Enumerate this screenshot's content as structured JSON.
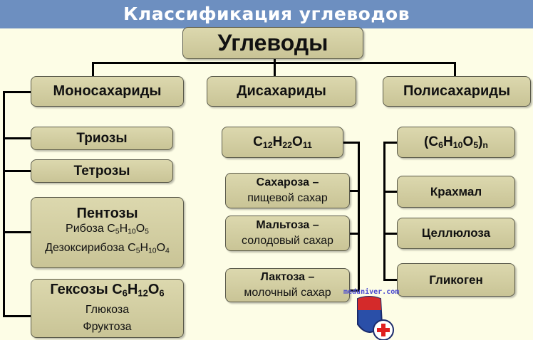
{
  "title": "Классификация углеводов",
  "root": "Углеводы",
  "categories": {
    "mono": "Моносахариды",
    "di": "Дисахариды",
    "poly": "Полисахариды"
  },
  "mono": {
    "trioses": "Триозы",
    "tetroses": "Тетрозы",
    "pentoses": {
      "title": "Пентозы",
      "ribose": "Рибоза",
      "ribose_formula": [
        "C",
        "5",
        "H",
        "10",
        "O",
        "5"
      ],
      "deoxyribose": "Дезоксирибоза",
      "deoxyribose_formula": [
        "C",
        "5",
        "H",
        "10",
        "O",
        "4"
      ]
    },
    "hexoses": {
      "title": "Гексозы",
      "formula": [
        "C",
        "6",
        "H",
        "12",
        "O",
        "6"
      ],
      "glucose": "Глюкоза",
      "fructose": "Фруктоза"
    }
  },
  "di": {
    "formula": [
      "C",
      "12",
      "H",
      "22",
      "O",
      "11"
    ],
    "items": [
      {
        "name": "Сахароза –",
        "desc": "пищевой сахар"
      },
      {
        "name": "Мальтоза –",
        "desc": "солодовый сахар"
      },
      {
        "name": "Лактоза –",
        "desc": "молочный сахар"
      }
    ]
  },
  "poly": {
    "formula": [
      "(C",
      "6",
      "H",
      "10",
      "O",
      "5",
      ")",
      "n"
    ],
    "items": [
      "Крахмал",
      "Целлюлоза",
      "Гликоген"
    ]
  },
  "watermark": "meduniver.com"
}
